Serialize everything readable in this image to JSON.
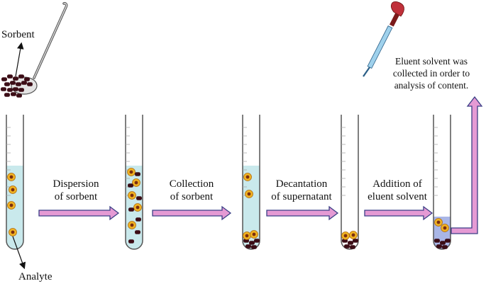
{
  "labels": {
    "sorbent": "Sorbent",
    "analyte": "Analyte",
    "step1_line1": "Dispersion",
    "step1_line2": "of sorbent",
    "step2_line1": "Collection",
    "step2_line2": "of sorbent",
    "step3_line1": "Decantation",
    "step3_line2": "of supernatant",
    "step4_line1": "Addition of",
    "step4_line2": "eluent solvent",
    "result_line1": "Eluent solvent was",
    "result_line2": "collected in order to",
    "result_line3": "analysis  of content."
  },
  "colors": {
    "liquid": "#c9e9ec",
    "eluent": "#a9b6e6",
    "arrow_fill": "#e59ad4",
    "arrow_stroke": "#3b3f86",
    "sorbent_bead": "#3c0d16",
    "analyte_outer": "#f0b322",
    "analyte_inner": "#8a3a12",
    "pipette_bulb": "#c0303a",
    "pipette_tube": "#9fd1ec"
  },
  "icons": [
    "spoon-icon",
    "pipette-icon",
    "test-tube-icon",
    "analyte-particle-icon",
    "sorbent-bead-icon"
  ]
}
